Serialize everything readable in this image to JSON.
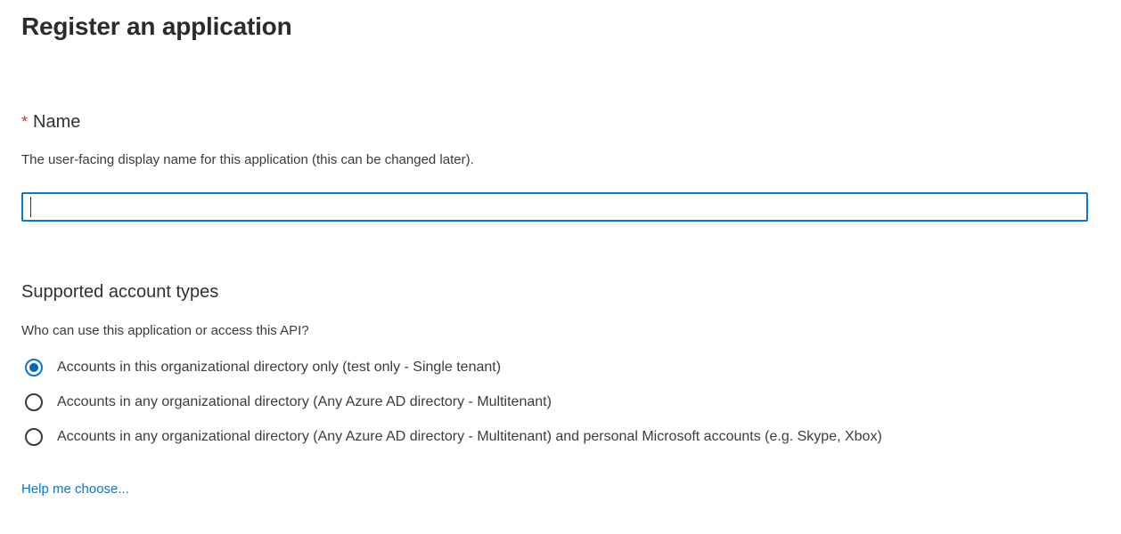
{
  "page": {
    "title": "Register an application"
  },
  "name_section": {
    "required_marker": "*",
    "label": "Name",
    "description": "The user-facing display name for this application (this can be changed later).",
    "input": {
      "value": "",
      "placeholder": "",
      "focused": true
    }
  },
  "account_types_section": {
    "heading": "Supported account types",
    "question": "Who can use this application or access this API?",
    "options": [
      {
        "label": "Accounts in this organizational directory only (test only - Single tenant)",
        "selected": true
      },
      {
        "label": "Accounts in any organizational directory (Any Azure AD directory - Multitenant)",
        "selected": false
      },
      {
        "label": "Accounts in any organizational directory (Any Azure AD directory - Multitenant) and personal Microsoft accounts (e.g. Skype, Xbox)",
        "selected": false
      }
    ],
    "help_link_label": "Help me choose..."
  },
  "colors": {
    "accent_blue": "#0b76d6",
    "radio_dot_blue": "#0067b8",
    "required_red": "#d13438",
    "link_blue": "#0078d4",
    "heading_text": "#2b2b2b",
    "body_text": "#323130"
  }
}
